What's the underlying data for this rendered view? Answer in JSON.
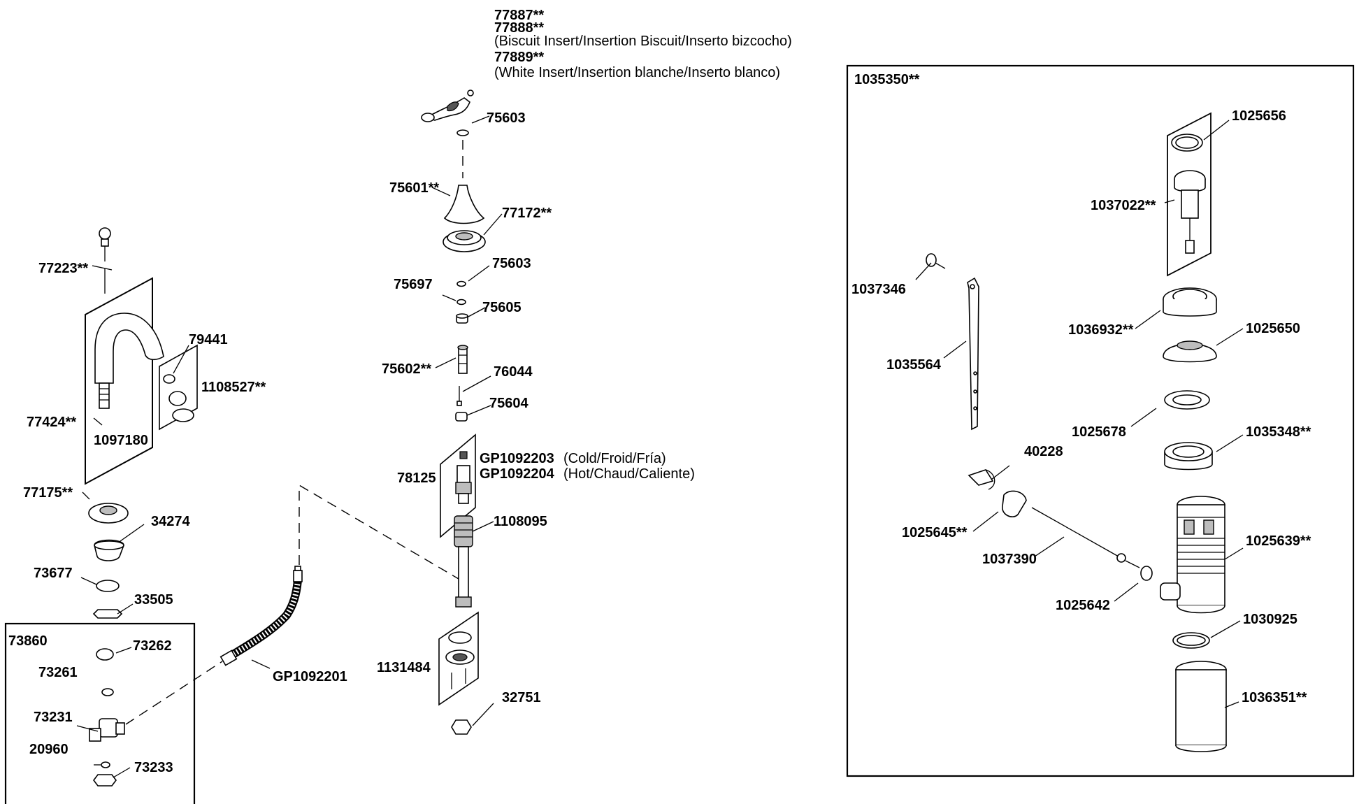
{
  "labels": {
    "p77887": "77887**",
    "p77888": "77888**",
    "biscuit_note": "(Biscuit Insert/Insertion Biscuit/Inserto bizcocho)",
    "p77889": "77889**",
    "white_note": "(White Insert/Insertion blanche/Inserto blanco)",
    "p75603a": "75603",
    "p75601": "75601**",
    "p77172": "77172**",
    "p75603b": "75603",
    "p75697": "75697",
    "p75605": "75605",
    "p75602": "75602**",
    "p76044": "76044",
    "p75604": "75604",
    "p78125": "78125",
    "gp1092203": "GP1092203",
    "cold_note": "(Cold/Froid/Fría)",
    "gp1092204": "GP1092204",
    "hot_note": "(Hot/Chaud/Caliente)",
    "p1108095": "1108095",
    "p1131484": "1131484",
    "p32751": "32751",
    "p77223": "77223**",
    "p79441": "79441",
    "p1108527": "1108527**",
    "p77424": "77424**",
    "p1097180": "1097180",
    "p77175": "77175**",
    "p34274": "34274",
    "p73677": "73677",
    "p33505": "33505",
    "p73860": "73860",
    "p73262": "73262",
    "p73261": "73261",
    "p73231": "73231",
    "p20960": "20960",
    "p73233": "73233",
    "gp1092201": "GP1092201",
    "p1035350": "1035350**",
    "p1025656": "1025656",
    "p1037022": "1037022**",
    "p1037346": "1037346",
    "p1035564": "1035564",
    "p1036932": "1036932**",
    "p1025650": "1025650",
    "p1025678": "1025678",
    "p1035348": "1035348**",
    "p40228": "40228",
    "p1025645": "1025645**",
    "p1037390": "1037390",
    "p1025639": "1025639**",
    "p1025642": "1025642",
    "p1030925": "1030925",
    "p1036351": "1036351**"
  }
}
